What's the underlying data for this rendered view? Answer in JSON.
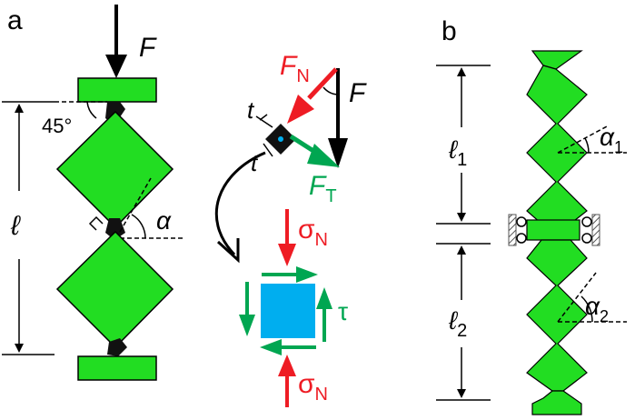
{
  "panel_a": {
    "label": "a",
    "force": "F",
    "angle_deg": "45°",
    "length": "ℓ",
    "alpha": "α",
    "thickness_top": "t",
    "thickness_bottom": "t",
    "normal_force_base": "F",
    "normal_force_sub": "N",
    "tangent_force_base": "F",
    "tangent_force_sub": "T",
    "force_diag": "F",
    "sigma_top_base": "σ",
    "sigma_top_sub": "N",
    "sigma_bottom_base": "σ",
    "sigma_bottom_sub": "N",
    "tau": "τ"
  },
  "panel_b": {
    "label": "b",
    "length1_base": "ℓ",
    "length1_sub": "1",
    "length2_base": "ℓ",
    "length2_sub": "2",
    "alpha1_base": "α",
    "alpha1_sub": "1",
    "alpha2_base": "α",
    "alpha2_sub": "2"
  },
  "colors": {
    "block_green": "#22dd22",
    "normal_red": "#ee1c24",
    "tangent_green": "#00a651",
    "shear_blue": "#00aeef",
    "hinge_black": "#111111"
  }
}
